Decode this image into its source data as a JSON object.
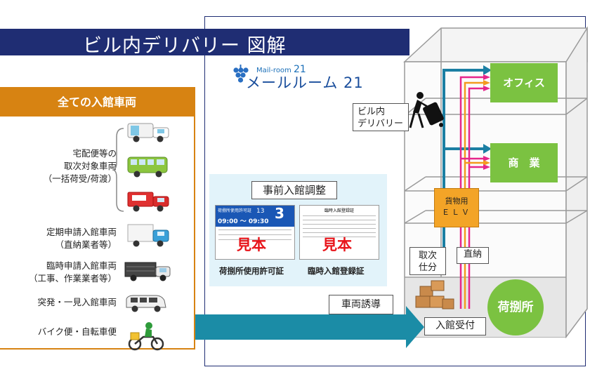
{
  "title": "ビル内デリバリー 図解",
  "logo": {
    "small_text": "Mail-room",
    "small_number": "21",
    "main_text": "メールルーム 21"
  },
  "vehicles_panel": {
    "header": "全ての入館車両",
    "groups": [
      {
        "label_lines": [
          "宅配便等の",
          "取次対象車両",
          "（一括荷受/荷渡）"
        ],
        "icons": [
          "white-truck-icon",
          "green-van-icon",
          "red-truck-icon"
        ]
      },
      {
        "label_lines": [
          "定期申請入館車両",
          "（直納業者等）"
        ],
        "icons": [
          "blue-cargo-truck-icon"
        ]
      },
      {
        "label_lines": [
          "臨時申請入館車両",
          "（工事、作業業者等）"
        ],
        "icons": [
          "box-truck-icon"
        ]
      },
      {
        "label_lines": [
          "突発・一見入館車両"
        ],
        "icons": [
          "minivan-icon"
        ]
      },
      {
        "label_lines": [
          "バイク便・自転車便"
        ],
        "icons": [
          "motorbike-icon"
        ]
      }
    ]
  },
  "adjustment": {
    "heading": "事前入館調整",
    "doc1": {
      "caption": "荷捌所使用許可証",
      "stamp": "見本",
      "header_text": "荷捌所使用許可証",
      "floor_text": "13",
      "big_number": "3",
      "time_text": "09:00 〜 09:30"
    },
    "doc2": {
      "caption": "臨時入館登録証",
      "stamp": "見本",
      "header_text": "臨時入館登録証"
    }
  },
  "building": {
    "office_label": "オフィス",
    "commerce_label": "商　業",
    "elevator_label_line1": "貨物用",
    "elevator_label_line2": "ＥＬＶ",
    "in_building_delivery_line1": "ビル内",
    "in_building_delivery_line2": "デリバリー",
    "relay_line1": "取次",
    "relay_line2": "仕分",
    "direct_delivery": "直納",
    "unloading_area": "荷捌所",
    "entry_reception": "入館受付",
    "vehicle_guidance": "車両誘導"
  },
  "colors": {
    "title_bar": "#1f2d73",
    "panel_orange": "#d78312",
    "green_box": "#7bc241",
    "teal_arrow": "#1b8ca6",
    "magenta_line": "#e6268b",
    "orange_line": "#f39a1e",
    "light_blue_panel": "#e2f3fa"
  }
}
